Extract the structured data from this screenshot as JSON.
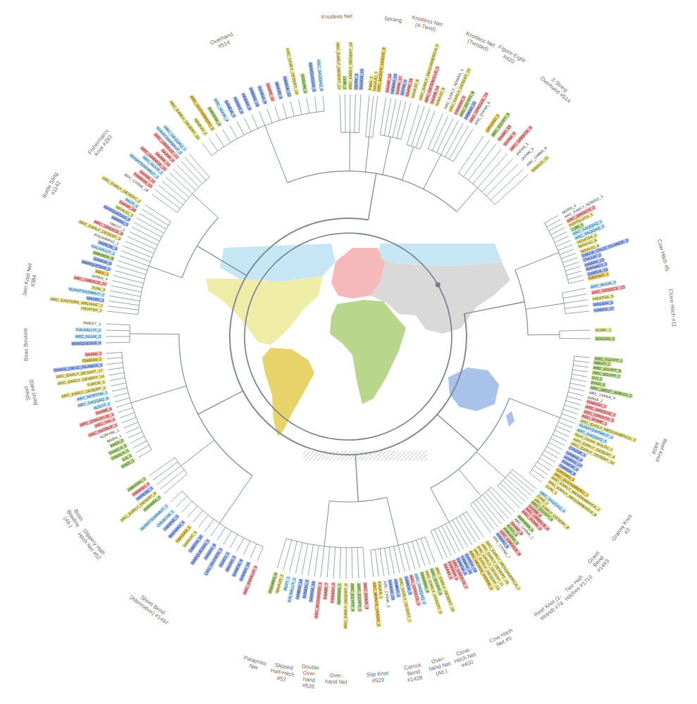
{
  "diagram": {
    "labels": [
      "MARA_4",
      "ARC_EARLY_NOMAD_3",
      "ARC_GREECE_2",
      "POPOLUCA_1",
      "LUBI_1",
      "ARC_SAQQAQ_1",
      "ARC_SAQQAQ_2",
      "HIDATSA_2",
      "NAVAJO_6",
      "NAVAJO_4",
      "SANTA_CRUZ_ISLANDS_2",
      "CHUUK_2",
      "HAWAII_22",
      "RAPANUI_2",
      "SAMOA_13",
      "SIRIONO_1",
      "ARC_NUUK_3",
      "ARC_GREECE_13",
      "HIDATSA_5",
      "WOLEAI_1",
      "HAWAII_17",
      "RUMF_1",
      "DOGON_2",
      "ARC_EGYPT_1",
      "MBUTI_2",
      "ARC_EGYPT_5",
      "ARC_EGYPT_7",
      "ILA_2",
      "KHOI_5",
      "ARC_WEST_AFRICA_1",
      "ARC_CHINA_4",
      "MARA_2",
      "FINNISH_1",
      "ARC_GREECE_1",
      "ARC_GREECE_5",
      "ARC_ROME_1",
      "ARC_EARLY_MESOAMERICA_3",
      "NUNATSIARMIUT_4",
      "ARC_SAQQAQ_5",
      "NUU_CHAH_NULTH_1",
      "ARC_EARLY_DESERT_4",
      "ARC_EARLY_DESERT_20",
      "CHUUK_1",
      "HAWAII_4",
      "HAWAII_13",
      "SAMOA_1",
      "SAMOA_8",
      "SIRIONO_3",
      "ARC_GUITARRERO_1",
      "ARC_EARLY_MESOAMERICA_2",
      "ARC_EARLY_MESOAMERICA_4",
      "ZUNI_1",
      "ARC_SAQQAQ_4",
      "ZUNI_2",
      "ARC_EARLY_DESERT_8",
      "ARC_EGYPT_6",
      "SAAMI_9",
      "ARC_GREECE_4",
      "ARC_ROME_2",
      "AMHARA_5",
      "ARC_CHINA_1",
      "SAAMI_8",
      "KHOI_3",
      "AMHARA_3",
      "ARC_GREECE_6",
      "HAWAII_5",
      "ARC_CHINA_7",
      "ARC_EARLY_MESOAMERICA_1",
      "ARC_EARLY_DESERT_15",
      "ARC_EARLY_DESERT_11",
      "ARC_EARLY_DESERT_13",
      "ARC_MONTE_VERDE_1",
      "SAMOA_14",
      "HAWAII_21",
      "SAMOA_5",
      "ARC_GREECE_7",
      "FINNISH_3",
      "SAAMI_3",
      "ARC_EARLY_DESERT_10",
      "ARC_EGYPT_3",
      "ARC_EARLY_DESERT_9",
      "AMHARA_4",
      "ARC_SAQQAQ_3",
      "ARC_GREECE_3",
      "SAMOA_3",
      "ARC_EARLY_DESERT_7",
      "HAWAII_1",
      "HAWAII_20",
      "ARC_CHINA_3",
      "KASKA_1",
      "ARC_MONTE_VERDE_2",
      "ARC_ROME_3",
      "ARC_EGYPT_2",
      "ARC_EGYPT_4",
      "ARC_EARLY_DESERT_5",
      "AMHARA_1",
      "FINNISH_2",
      "SAAMI_7",
      "ARC_BODENSEE_1",
      "SAMOA_10",
      "SAMOA_2",
      "HAWAII_14",
      "KALAALLIT_2",
      "INUIT_1",
      "NAVAJO_2",
      "AMHARA_6",
      "ARC_ANTALIA_1",
      "HAWAII_16",
      "SAMOA_4",
      "MAORI_1",
      "TAHITI_1",
      "LAU_ISLANDS_1",
      "HAWAII_8",
      "MARQUESAS_1",
      "SAMOA_11",
      "NAVAJO_1",
      "YAHGAN_1",
      "RAPANUI_1",
      "YAPESE_2",
      "CHUKCHI_1",
      "NUNATSIARMIUT_1",
      "AMHARA_2",
      "ARC_EARLY_DESERT_6",
      "YAPESE_1",
      "FINNISH_4",
      "AMHARA_7",
      "KHOI_1",
      "ILA_1",
      "TANALA_1",
      "TANALA_2",
      "KHOI_2",
      "MARA_1",
      "KORYAK_1",
      "ARC_SATRUP_1",
      "ARC_VIS_1",
      "ARC_ZAMOSTJE_1",
      "SAAMI_4",
      "ALEUT_1",
      "ARC_SAQQAQ_6",
      "ARC_NORTON_1",
      "ARC_EARLY_DESERT_1",
      "YUROK_1",
      "ARC_EARLY_DESERT_14",
      "ARC_EARLY_DESERT_17",
      "SANTA_CRUZ_ISLANDS_1",
      "CHACHI_1",
      "SAAMI_1",
      "MARQUESAS_4",
      "ARC_NUUK_2",
      "KALAALLIT_3",
      "RMEET_1",
      "HIDATSA_1",
      "ARC_EASTERN_ARCHAIC_1",
      "MAORI_2",
      "NUNATSIARMIUT_2",
      "ZUNI_3",
      "ARC_GREECE_11",
      "JAPAN_4",
      "INKA_1",
      "MARQUESAS_3",
      "SAMOA_6",
      "AMHARA_8",
      "KALAALLIT_1",
      "YAPESE_3",
      "ANDAMANS_1",
      "ARC_EARLY_DESERT_3",
      "ARC_GREECE_8",
      "YAKUT_1",
      "HAWAII_3",
      "MARQUESAS_2",
      "NAVAJO_3",
      "SAAMI_18",
      "INUIT_2",
      "ARC_EARLY_DESERT_2",
      "ARC_CHINA_14",
      "FINNISH_10",
      "SAAMI_21",
      "NUNATSIARMIUT_3",
      "ARC_NUUK_1",
      "ARC_GREECE_10",
      "SAAMI_15",
      "SAAMI_6",
      "ARC_GREECE_12",
      "NUNATSIARMIUT_5",
      "ARC_SAQQAQ_7",
      "ARC_EARLY_DESERT_16",
      "NAVAJO_5",
      "ARC_GUITARRERO_2",
      "AMHARA_9",
      "ARC_NUUK_4",
      "SAMOA_7",
      "HAWAII_6",
      "HAWAII_9",
      "HAWAII_18",
      "SAMOA_9",
      "SAAMI_11",
      "MAORI_3",
      "SAMOA_12",
      "ARC_EARLY_DESERT_18",
      "DOGON_1",
      "MARQUESAS_5",
      "ARC_SAQQAQ_8",
      "ARC_EARLY_DESERT_12",
      "LUBI_2",
      "ARC_EARLY_DESERT_19",
      "SEPIK_1",
      "SAMOA_15",
      "PIMA_1",
      "NAVAJO_7",
      "ARC_MONTE_VERDE_3",
      "SAAMI_10",
      "HAWAII_10",
      "SAAMI_17",
      "SEPIK_2",
      "SAAMI_16",
      "NAVAJO_8",
      "ARC_EARLY_MESOAMERICA_5",
      "ARC_ERTEBOLLE_1",
      "SAAMI_14",
      "NAVAJO_9",
      "ARC_EARLY_NOMAD_1",
      "ARC_EARLY_DESERT_21",
      "FINNISH_5",
      "ARC_EGYPT_8",
      "HAWAII_11",
      "ARC_GREECE_14",
      "ARC_CHINA_6",
      "SIRIONO_2",
      "ARC_EGYPT_9",
      "SAAMI_13",
      "SAAMI_5",
      "ARC_GREECE_9",
      "JAPAN_1",
      "JAPAN_3",
      "ARC_CHINA_8",
      "NAVAJO_10",
      "Cow Hitch #5",
      "Clove Hitch #11",
      "Reef Knot #404",
      "Granny Knot #3",
      "Grass Bend #1493",
      "Two Half-Hitches #1710",
      "Reef Knot (1-strand) #74",
      "Cow Hitch Net #5",
      "Clove Hitch Net #400",
      "Over-hand Net (Alt.)",
      "Carrick Bend #1428",
      "Slip Knot #529",
      "Over-hand Net",
      "Double Over-hand #526",
      "Slipped Half-Hitch #52",
      "Palaphitic Net",
      "Sheet Bend (Alternative) #1497",
      "Slippery Half-Hitch Net #52",
      "Boas Bowline (Alt.)",
      "Sheet Bend #402",
      "Boas Bowline",
      "Jam Knot Net #384",
      "Bottle Sling #1142",
      "Fisherman's Knot #293",
      "Overhand #514",
      "Knotless Net",
      "Sprang",
      "Knotless Net (4-Twist)",
      "Knotless Net (Twisted)",
      "Figure-Eight #420",
      "2-String Overhand #514"
    ]
  }
}
